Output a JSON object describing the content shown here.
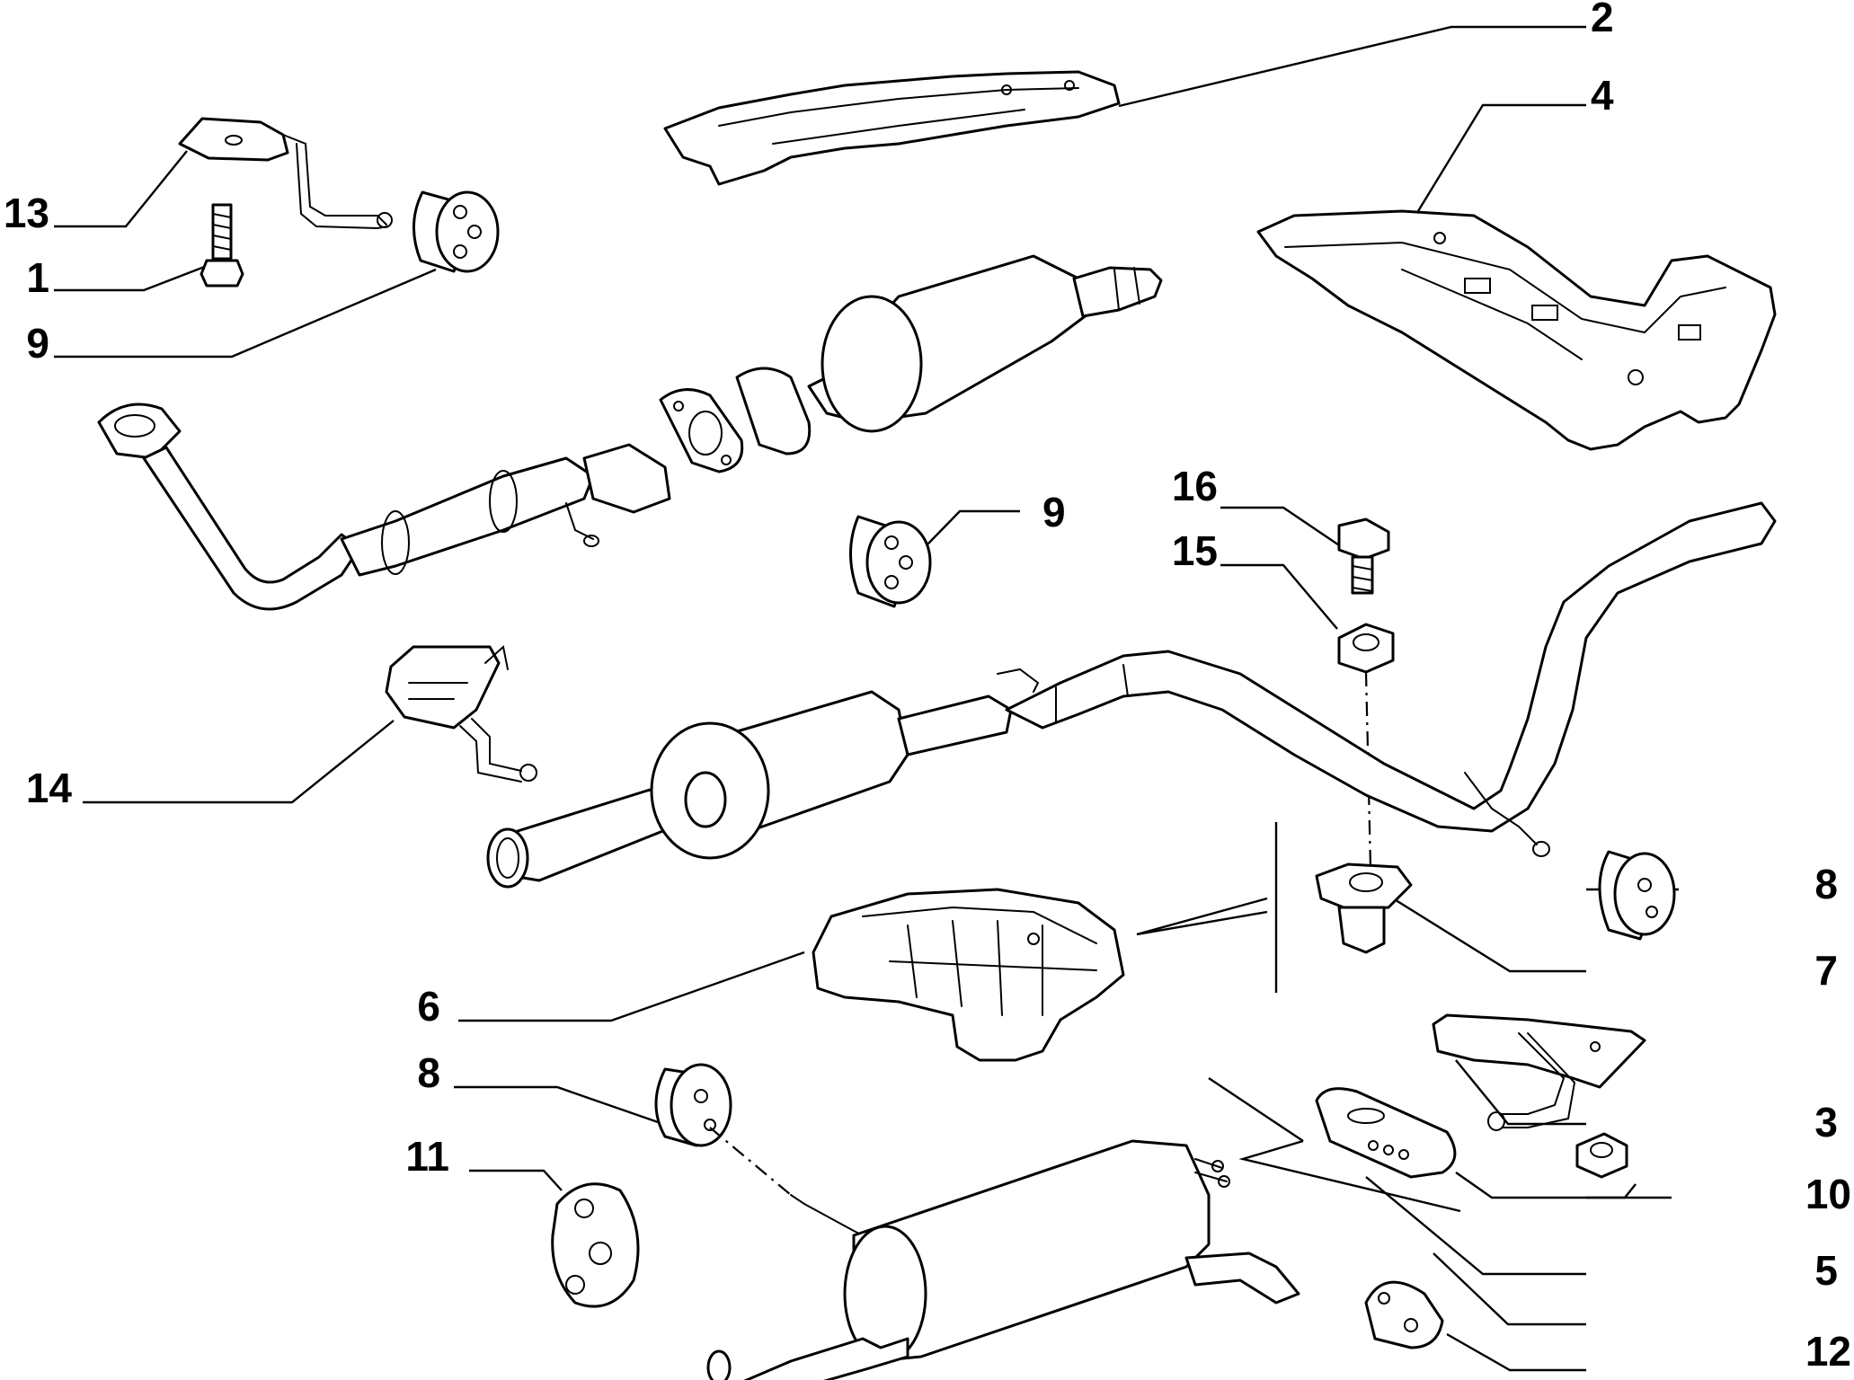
{
  "diagram": {
    "callouts": [
      {
        "id": "c1",
        "text": "1"
      },
      {
        "id": "c2",
        "text": "2"
      },
      {
        "id": "c3",
        "text": "3"
      },
      {
        "id": "c4",
        "text": "4"
      },
      {
        "id": "c5",
        "text": "5"
      },
      {
        "id": "c6",
        "text": "6"
      },
      {
        "id": "c7",
        "text": "7"
      },
      {
        "id": "c8a",
        "text": "8"
      },
      {
        "id": "c8b",
        "text": "8"
      },
      {
        "id": "c9a",
        "text": "9"
      },
      {
        "id": "c9b",
        "text": "9"
      },
      {
        "id": "c10",
        "text": "10"
      },
      {
        "id": "c11",
        "text": "11"
      },
      {
        "id": "c12",
        "text": "12"
      },
      {
        "id": "c13",
        "text": "13"
      },
      {
        "id": "c14",
        "text": "14"
      },
      {
        "id": "c15",
        "text": "15"
      },
      {
        "id": "c16",
        "text": "16"
      }
    ]
  }
}
